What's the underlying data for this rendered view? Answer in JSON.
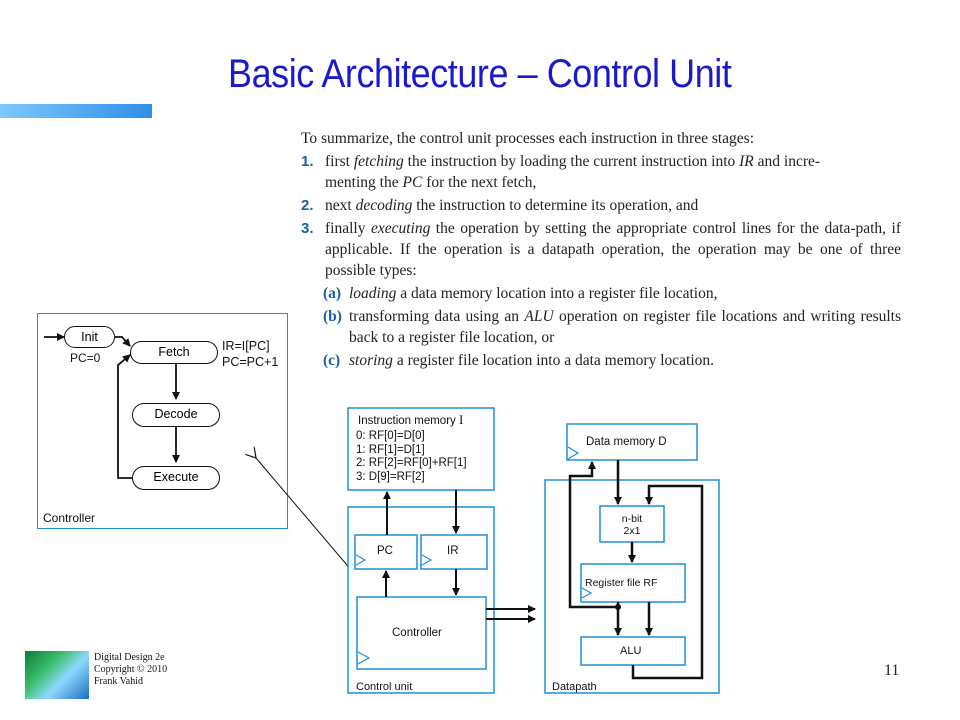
{
  "slide": {
    "title": "Basic Architecture – Control Unit",
    "page_number": "11"
  },
  "footer": {
    "line1": "Digital Design 2e",
    "line2": "Copyright © 2010",
    "line3": "Frank Vahid"
  },
  "summary": {
    "intro": "To summarize, the control unit processes each instruction in three stages:",
    "steps": [
      {
        "num": "1.",
        "pre": "first ",
        "em": "fetching",
        "post": " the instruction by loading the current instruction into ",
        "em2": "IR",
        "post2": " and incre-",
        "line2_pre": "menting the ",
        "line2_em": "PC",
        "line2_post": " for the next fetch,"
      },
      {
        "num": "2.",
        "pre": "next ",
        "em": "decoding",
        "post": " the instruction to determine its operation, and"
      },
      {
        "num": "3.",
        "pre": "finally ",
        "em": "executing",
        "post": " the operation by setting the appropriate control lines for the data-path, if applicable. If the operation is a datapath operation, the operation may be one of three possible types:"
      }
    ],
    "types": [
      {
        "label": "(a)",
        "em": "loading",
        "post": " a data memory location into a register file location,"
      },
      {
        "label": "(b)",
        "pre": "transforming data using an ",
        "em": "ALU",
        "post": " operation on register file locations and writing results back to a register file location, or"
      },
      {
        "label": "(c)",
        "em": "storing",
        "post": " a register file location into a data memory location."
      }
    ]
  },
  "fsm": {
    "states": [
      "Init",
      "Fetch",
      "Decode",
      "Execute"
    ],
    "init_action": "PC=0",
    "fetch_action_1": "IR=I[PC]",
    "fetch_action_2": "PC=PC+1",
    "frame_label": "Controller"
  },
  "architecture": {
    "instr_mem_title": "Instruction memory",
    "instr_mem_symbol": "I",
    "instructions": [
      "0: RF[0]=D[0]",
      "1: RF[1]=D[1]",
      "2: RF[2]=RF[0]+RF[1]",
      "3: D[9]=RF[2]"
    ],
    "pc": "PC",
    "ir": "IR",
    "controller": "Controller",
    "control_unit_label": "Control unit",
    "data_memory": "Data memory D",
    "mux_1": "n-bit",
    "mux_2": "2x1",
    "register_file": "Register file RF",
    "alu": "ALU",
    "datapath_label": "Datapath"
  }
}
